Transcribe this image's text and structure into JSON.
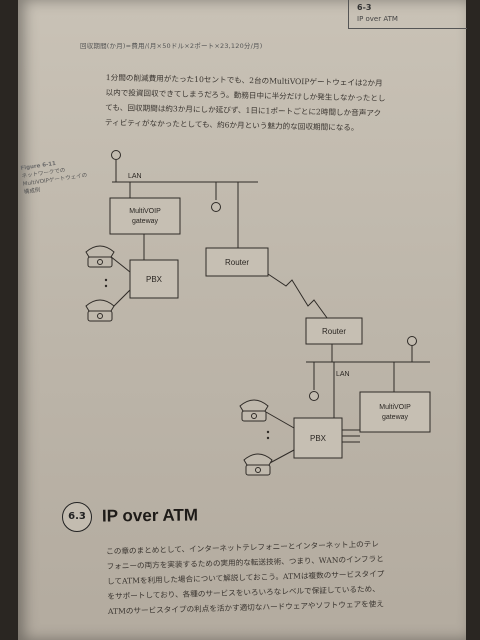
{
  "header": {
    "section_number": "6-3",
    "section_title": "IP over ATM"
  },
  "formula_line": "回収期間(か月)=費用/(月×50ドル×2ポート×23,120分/月)",
  "paragraph1": [
    "1分間の削減費用がたった10セントでも、2台のMultiVOIPゲートウェイは2か月",
    "以内で投資回収できてしまうだろう。勤務日中に半分だけしか発生しなかったとし",
    "ても、回収期間は約3か月にしか延びず、1日に1ポートごとに2時間しか音声アク",
    "ティビティがなかったとしても、約6か月という魅力的な回収期間になる。"
  ],
  "figure_label": {
    "number": "Figure 6-11",
    "caption": "ネットワークでのMultiVOIPゲートウェイの構成例"
  },
  "diagram": {
    "lan_top": "LAN",
    "gateway_top": [
      "MultiVOIP",
      "gateway"
    ],
    "pbx_left": "PBX",
    "router_left": "Router",
    "router_right": "Router",
    "lan_bottom": "LAN",
    "gateway_bottom": [
      "MultiVOIP",
      "gateway"
    ],
    "pbx_right": "PBX"
  },
  "section": {
    "number": "6.3",
    "title": "IP over ATM"
  },
  "paragraph2": [
    "この章のまとめとして、インターネットテレフォニーとインターネット上のテレ",
    "フォニーの両方を実装するための実用的な転送技術、つまり、WANのインフラと",
    "してATMを利用した場合について解説しておこう。ATMは複数のサービスタイプ",
    "をサポートしており、各種のサービスをいろいろなレベルで保証しているため、",
    "ATMのサービスタイプの利点を活かす適切なハードウェアやソフトウェアを使え"
  ]
}
